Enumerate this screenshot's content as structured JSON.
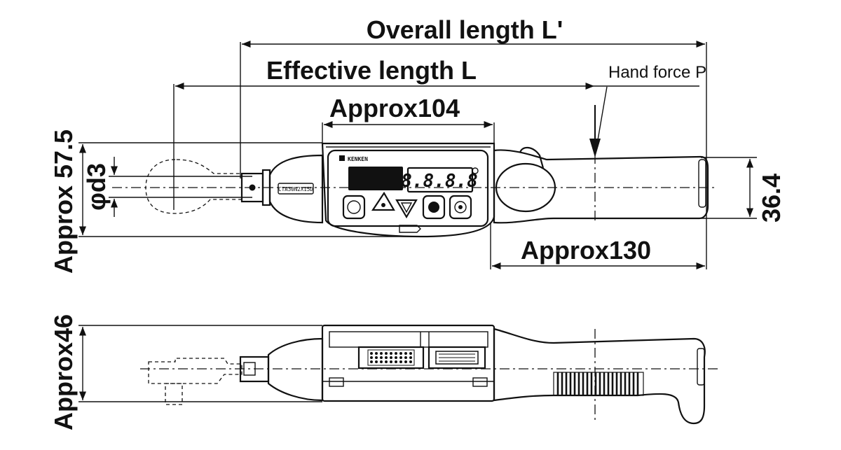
{
  "labels": {
    "overall_length": "Overall length L'",
    "effective_length": "Effective length L",
    "hand_force": "Hand force P",
    "approx104": "Approx104",
    "approx130": "Approx130",
    "approx575": "Approx 57.5",
    "phi_d3": "φd3",
    "dim364": "36.4",
    "approx46": "Approx46",
    "brand": "KENKEN",
    "model": "CTA30N2X15D",
    "segment_display": "8.8.8.8"
  }
}
